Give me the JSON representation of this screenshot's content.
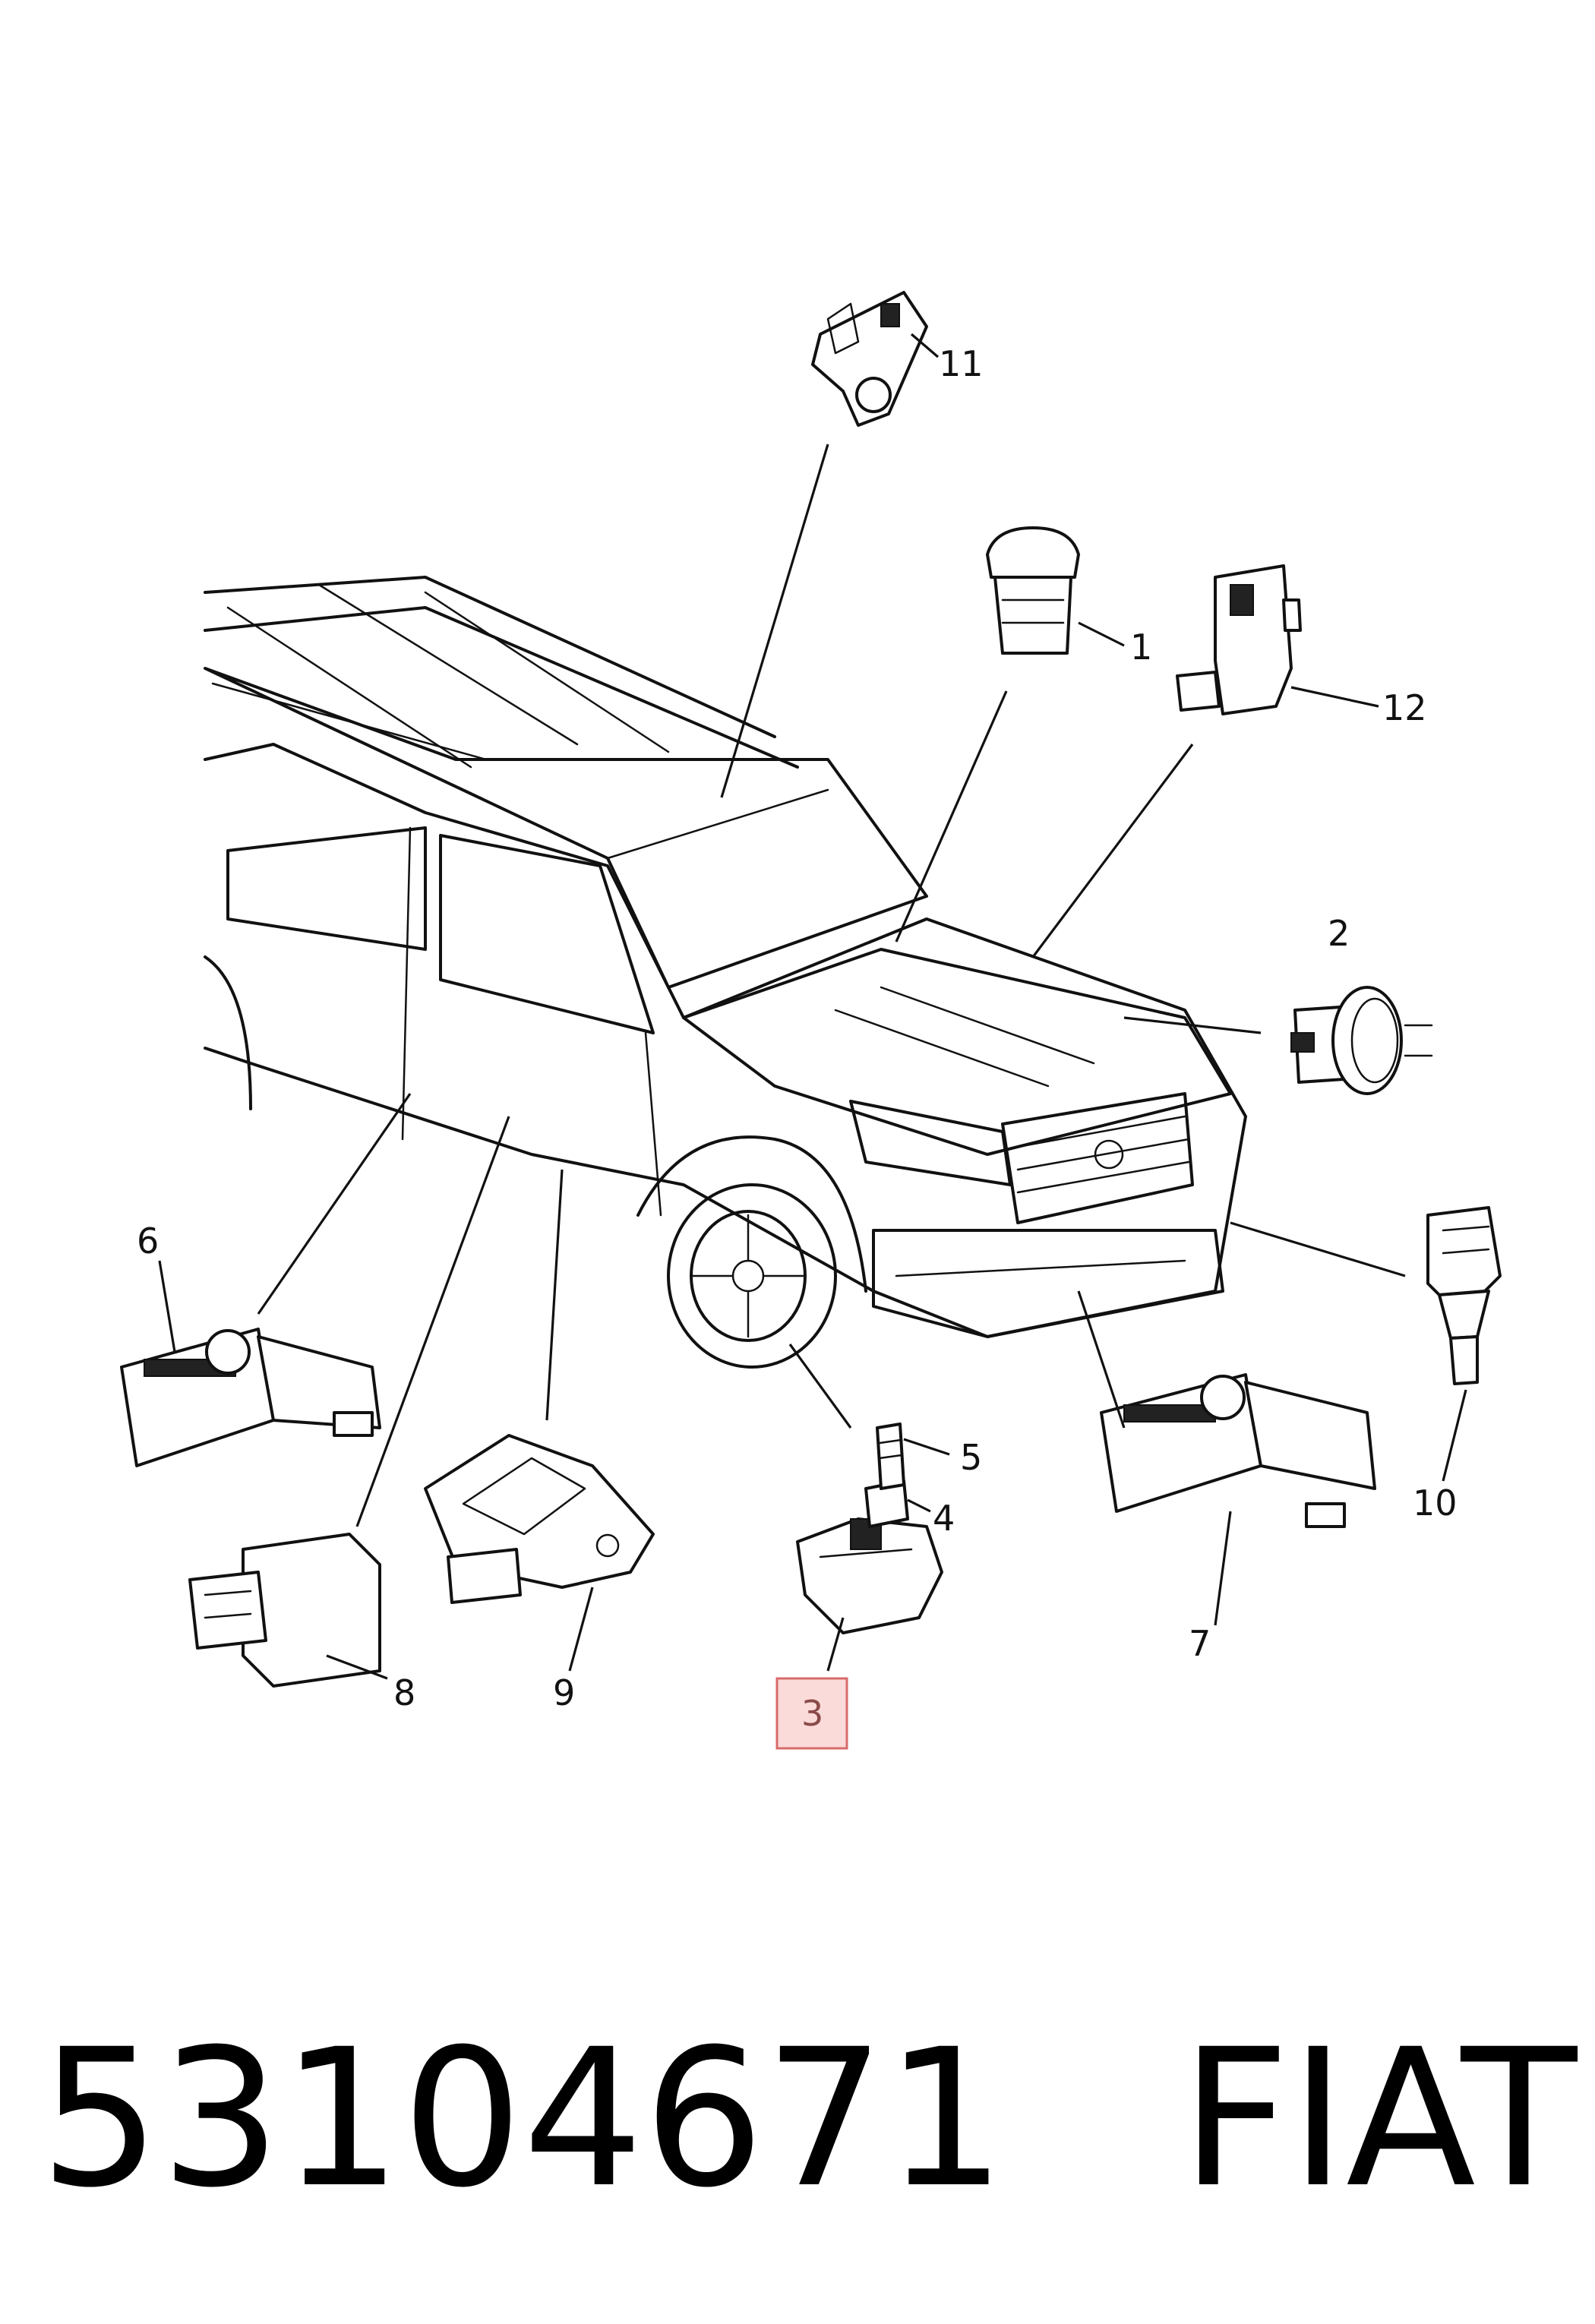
{
  "callouts": {
    "c1": "1",
    "c2": "2",
    "c3": "3",
    "c4": "4",
    "c5": "5",
    "c6": "6",
    "c7": "7",
    "c8": "8",
    "c9": "9",
    "c10": "10",
    "c11": "11",
    "c12": "12"
  },
  "highlighted_callout": "3",
  "footer": {
    "part_number": "53104671",
    "brand": "FIAT"
  },
  "colors": {
    "line": "#111111",
    "highlight_fill": "#fbdada",
    "highlight_border": "#d86b6b"
  }
}
